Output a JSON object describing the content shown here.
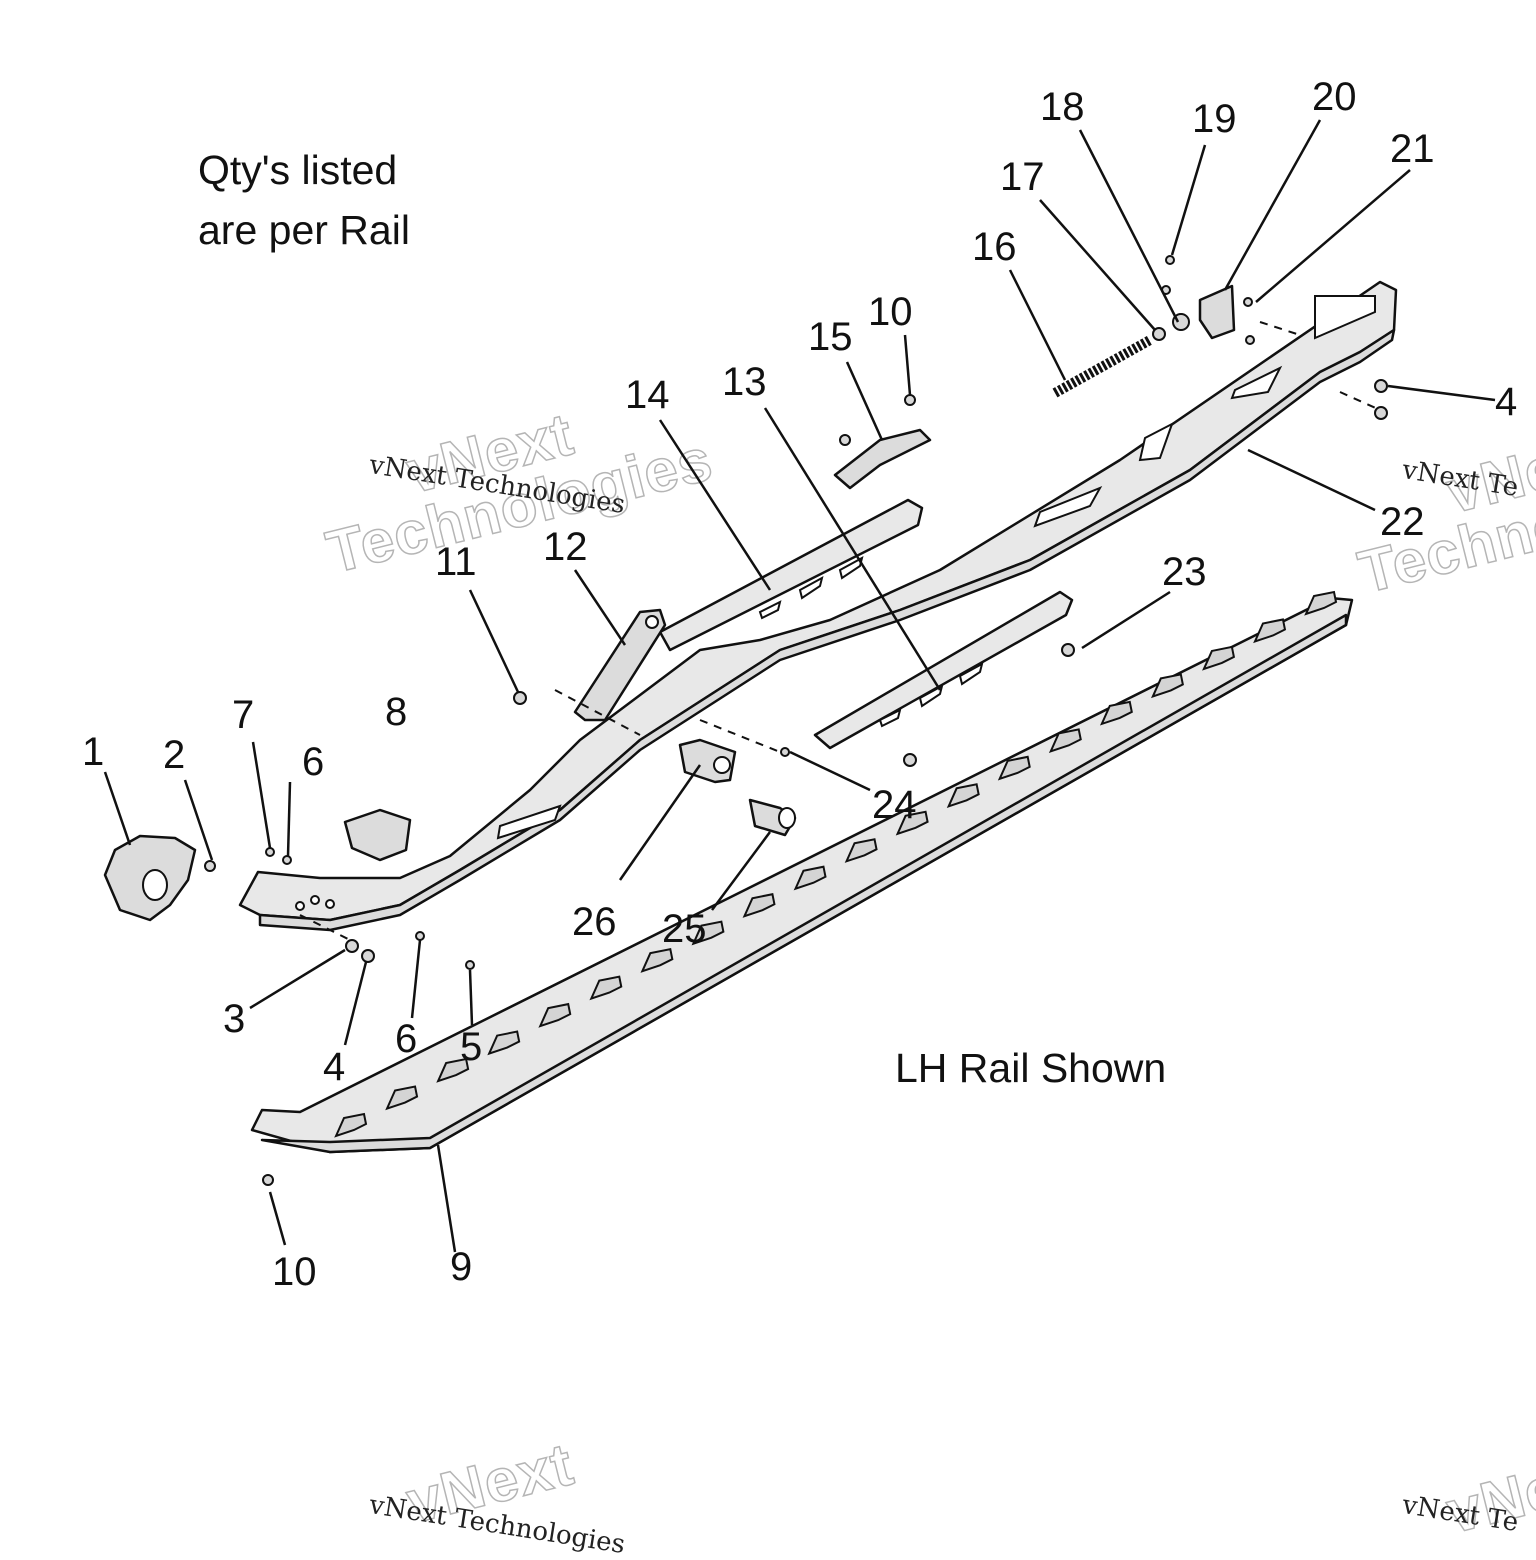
{
  "notes": {
    "qty_line1": "Qty's listed",
    "qty_line2": "are per Rail",
    "rail_shown": "LH Rail Shown"
  },
  "watermark": {
    "line1": "vNext",
    "line2": "Technologies",
    "small": "vNext Technologies",
    "partial_big": "vNe",
    "partial_small": "vNext Te",
    "partial_big2": "Technol"
  },
  "callouts": [
    "1",
    "2",
    "3",
    "4",
    "4",
    "5",
    "6",
    "6",
    "7",
    "8",
    "9",
    "10",
    "10",
    "11",
    "12",
    "13",
    "14",
    "15",
    "16",
    "17",
    "18",
    "19",
    "20",
    "21",
    "22",
    "23",
    "24",
    "25",
    "26"
  ]
}
